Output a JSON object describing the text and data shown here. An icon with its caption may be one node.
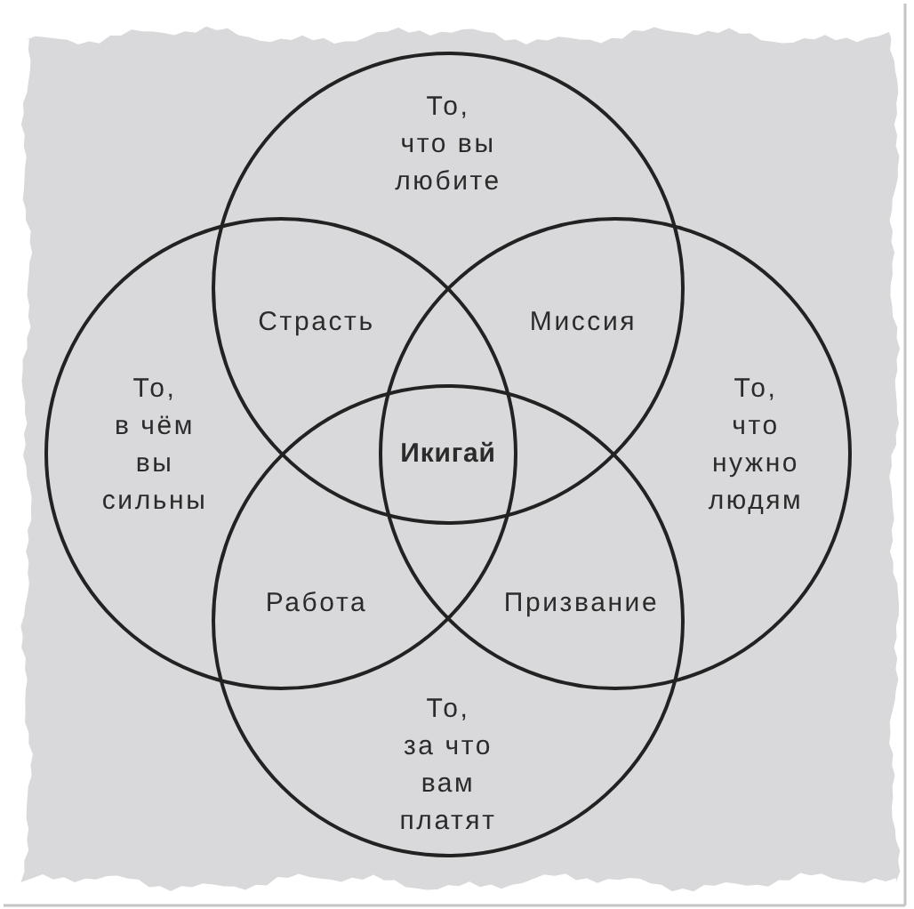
{
  "diagram": {
    "nodes": [
      {
        "text": [
          "То, что вы любите"
        ]
      },
      {
        "text": [
          "То, в чём вы сильны"
        ]
      },
      {
        "text": [
          "То, что нужно людям"
        ]
      },
      {
        "text": [
          "То, за что вам платят"
        ]
      }
    ],
    "labels": [
      "Страсть",
      "Миссия",
      "Икигай",
      "Работа",
      "Призвание"
    ]
  }
}
